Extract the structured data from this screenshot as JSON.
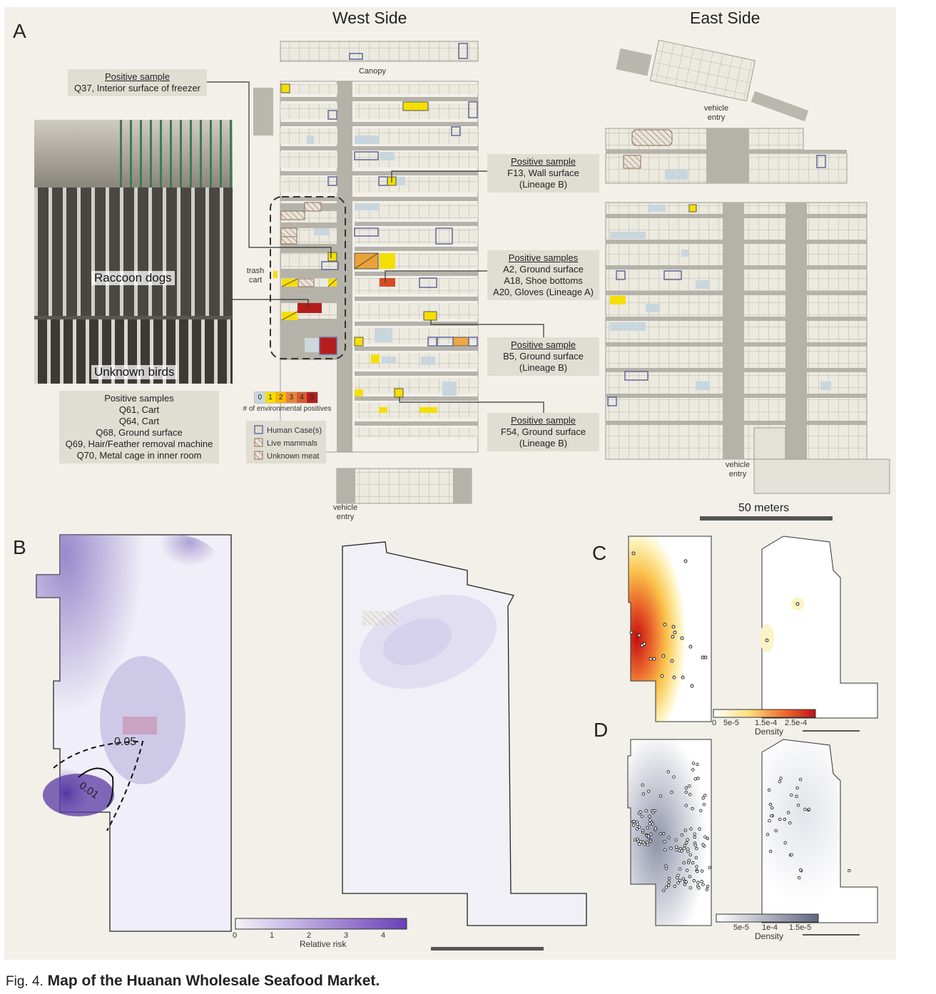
{
  "panels": {
    "a": "A",
    "b": "B",
    "c": "C",
    "d": "D"
  },
  "sides": {
    "west": "West Side",
    "east": "East Side"
  },
  "map_labels": {
    "canopy": "Canopy",
    "vehicle_entry_east_top": "vehicle entry",
    "vehicle_entry_east_bottom": "vehicle entry",
    "vehicle_entry_west": "vehicle entry",
    "trash_cart": "trash cart",
    "scale": "50 meters"
  },
  "callouts": {
    "q37": {
      "heading": "Positive sample",
      "lines": [
        "Q37, Interior surface of freezer"
      ]
    },
    "f13": {
      "heading": "Positive sample",
      "lines": [
        "F13, Wall surface",
        "(Lineage B)"
      ]
    },
    "a2": {
      "heading": "Positive samples",
      "lines": [
        "A2, Ground surface",
        "A18, Shoe bottoms",
        "A20, Gloves (Lineage A)"
      ]
    },
    "b5": {
      "heading": "Positive sample",
      "lines": [
        "B5, Ground surface",
        "(Lineage B)"
      ]
    },
    "f54": {
      "heading": "Positive sample",
      "lines": [
        "F54, Ground surface",
        "(Lineage B)"
      ]
    },
    "q61": {
      "heading": "Positive samples",
      "lines": [
        "Q61, Cart",
        "Q64, Cart",
        "Q68, Ground surface",
        "Q69, Hair/Feather removal machine",
        "Q70, Metal cage in inner room"
      ]
    }
  },
  "photo_labels": {
    "top": "Raccoon dogs",
    "bottom": "Unknown birds"
  },
  "env_legend": {
    "numbers": [
      "0",
      "1",
      "2",
      "3",
      "4",
      "5"
    ],
    "colors": [
      "#c9d6dd",
      "#f5df00",
      "#f4b800",
      "#e7833a",
      "#d65a2e",
      "#b51d1d"
    ],
    "title": "# of environmental positives"
  },
  "symbol_legend": {
    "human": "Human Case(s)",
    "live": "Live mammals",
    "meat": "Unknown meat"
  },
  "colorbar_b": {
    "ticks": [
      "0",
      "1",
      "2",
      "3",
      "4"
    ],
    "label": "Relative risk",
    "contours": [
      "0.05",
      "0.01"
    ]
  },
  "colorbar_c": {
    "ticks": [
      "0",
      "5e-5",
      "1.5e-4",
      "2.5e-4"
    ],
    "label": "Density"
  },
  "colorbar_d": {
    "ticks": [
      "5e-5",
      "1e-4",
      "1.5e-5"
    ],
    "label": "Density"
  },
  "caption": {
    "prefix": "Fig. 4.",
    "title": "Map of the Huanan Wholesale Seafood Market."
  },
  "colors": {
    "background": "#f2f0e9",
    "stall": "#ece9df",
    "aisle": "#b5b3a9",
    "purple": "#5b3a9e",
    "case_box": "#6a6fa0"
  }
}
